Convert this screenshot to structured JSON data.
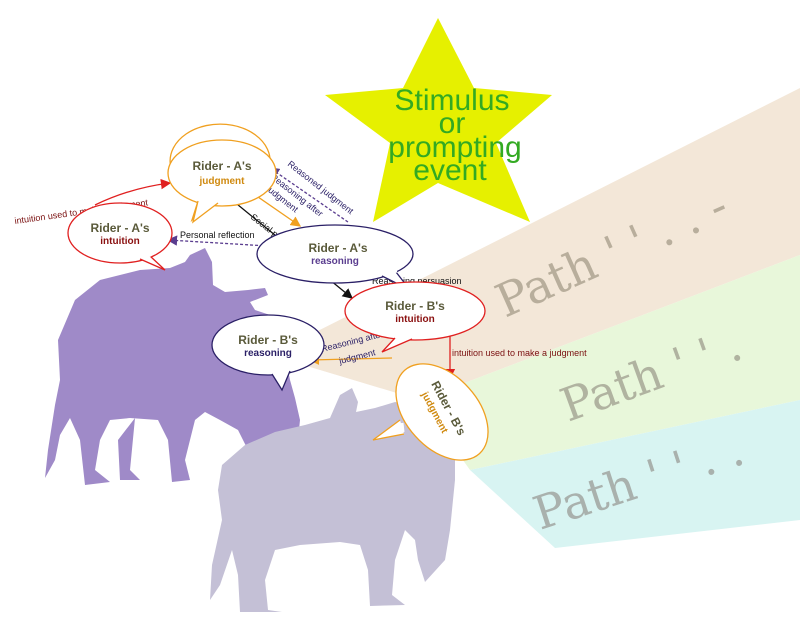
{
  "star": {
    "lines": [
      "Stimulus",
      "or",
      "prompting",
      "event"
    ],
    "fill": "#e6f000",
    "text_color": "#33aa22"
  },
  "bubbles": {
    "a_judgment": {
      "title": "Rider - A's",
      "sub": "judgment"
    },
    "a_intuition": {
      "title": "Rider - A's",
      "sub": "intuition"
    },
    "a_reasoning": {
      "title": "Rider - A's",
      "sub": "reasoning"
    },
    "b_intuition": {
      "title": "Rider - B's",
      "sub": "intuition"
    },
    "b_reasoning": {
      "title": "Rider - B's",
      "sub": "reasoning"
    },
    "b_judgment": {
      "title": "Rider - B's",
      "sub": "judgment"
    }
  },
  "links": {
    "a_intuition_to_judgment": "intuition used to make a  judgment",
    "reasoned_judgment": "Reasoned judgment",
    "reasoning_after_judgment_a": [
      "Reasoning after",
      "judgment"
    ],
    "social_persuasion": "Social persuasion",
    "personal_reflection": "Personal reflection",
    "reasoning_persuasion": "Reasoning persuasion",
    "b_intuition_to_judgment": "intuition used to make a  judgment",
    "reasoning_after_judgment_b": [
      "Reasoning after",
      "judgment"
    ]
  },
  "paths": [
    "Path ' ' .  .  -",
    "Path ' ' .",
    "Path ' ' .  ."
  ],
  "colors": {
    "elephant_a": "#9f8ac8",
    "elephant_b": "#c4c0d6",
    "band_top": "#f3e7d8",
    "band_mid": "#e8f7da",
    "band_bottom": "#d8f4f2",
    "red": "#e02020",
    "orange": "#f0a020",
    "navy": "#2a1f66",
    "purple_text": "#5a3d8f",
    "dark_red_text": "#7a1010"
  }
}
